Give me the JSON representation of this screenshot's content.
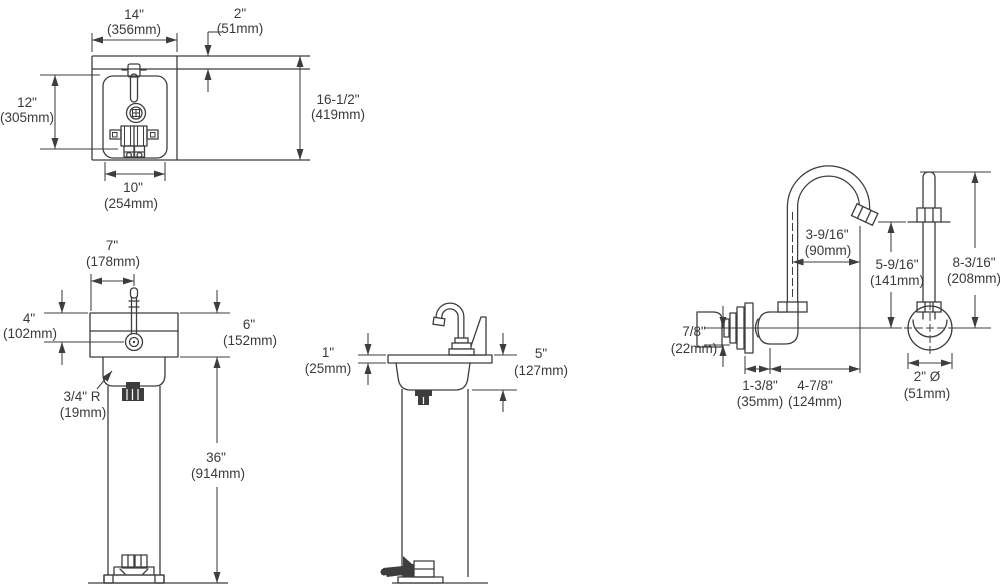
{
  "colors": {
    "line": "#3d3d3d",
    "text": "#3a3a3a",
    "background": "#ffffff"
  },
  "views": {
    "top": {
      "dims": {
        "overall_width": {
          "in": "14\"",
          "mm": "(356mm)"
        },
        "edge_offset": {
          "in": "2\"",
          "mm": "(51mm)"
        },
        "depth": {
          "in": "12\"",
          "mm": "(305mm)"
        },
        "overall_depth": {
          "in": "16-1/2\"",
          "mm": "(419mm)"
        },
        "bowl_width": {
          "in": "10\"",
          "mm": "(254mm)"
        }
      }
    },
    "front": {
      "dims": {
        "bubbler_offset": {
          "in": "7\"",
          "mm": "(178mm)"
        },
        "basin_upper": {
          "in": "4\"",
          "mm": "(102mm)"
        },
        "basin_height": {
          "in": "6\"",
          "mm": "(152mm)"
        },
        "corner_radius": {
          "in": "3/4\" R",
          "mm": "(19mm)"
        },
        "pedestal_height": {
          "in": "36\"",
          "mm": "(914mm)"
        }
      }
    },
    "side": {
      "dims": {
        "counter_thickness": {
          "in": "1\"",
          "mm": "(25mm)"
        },
        "bowl_depth": {
          "in": "5\"",
          "mm": "(127mm)"
        }
      }
    },
    "faucet_side": {
      "dims": {
        "spout_reach": {
          "in": "3-9/16\"",
          "mm": "(90mm)"
        },
        "spout_height": {
          "in": "5-9/16\"",
          "mm": "(141mm)"
        },
        "inlet_offset": {
          "in": "7/8\"",
          "mm": "(22mm)"
        },
        "escutcheon_depth": {
          "in": "1-3/8\"",
          "mm": "(35mm)"
        },
        "body_length": {
          "in": "4-7/8\"",
          "mm": "(124mm)"
        }
      }
    },
    "faucet_front": {
      "dims": {
        "overall_height": {
          "in": "8-3/16\"",
          "mm": "(208mm)"
        },
        "flange_diameter": {
          "in": "2\" Ø",
          "mm": "(51mm)"
        }
      }
    }
  }
}
